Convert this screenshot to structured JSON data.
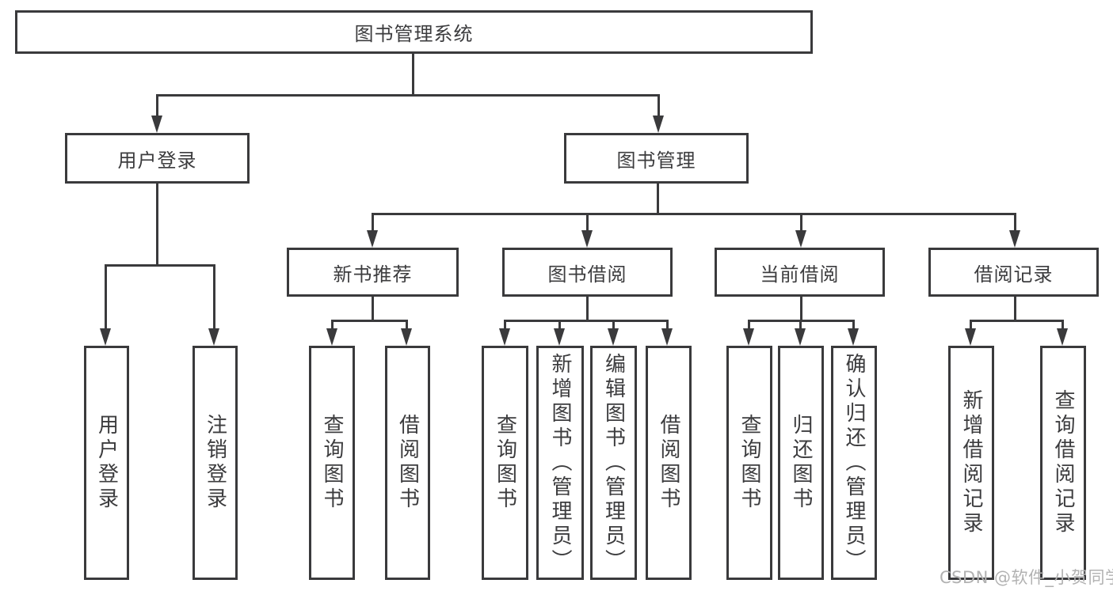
{
  "diagram": {
    "title_node": {
      "label": "图书管理系统"
    },
    "level2": [
      {
        "label": "用户登录"
      },
      {
        "label": "图书管理"
      }
    ],
    "level3": [
      {
        "label": "新书推荐"
      },
      {
        "label": "图书借阅"
      },
      {
        "label": "当前借阅"
      },
      {
        "label": "借阅记录"
      }
    ],
    "leaves": {
      "user_login": [
        {
          "label": "用户登录"
        },
        {
          "label": "注销登录"
        }
      ],
      "new_book_recommend": [
        {
          "label": "查询图书"
        },
        {
          "label": "借阅图书"
        }
      ],
      "book_borrow": [
        {
          "label": "查询图书"
        },
        {
          "label": "新增图书（管理员）"
        },
        {
          "label": "编辑图书（管理员）"
        },
        {
          "label": "借阅图书"
        }
      ],
      "current_borrow": [
        {
          "label": "查询图书"
        },
        {
          "label": "归还图书"
        },
        {
          "label": "确认归还（管理员）"
        }
      ],
      "borrow_records": [
        {
          "label": "新增借阅记录"
        },
        {
          "label": "查询借阅记录"
        }
      ]
    },
    "colors": {
      "line": "#3a3a3c",
      "text": "#3c3c3e",
      "background": "#ffffff",
      "watermark": "#b2b2b2"
    }
  },
  "watermark": {
    "text": "CSDN @软件_小贺同学"
  }
}
